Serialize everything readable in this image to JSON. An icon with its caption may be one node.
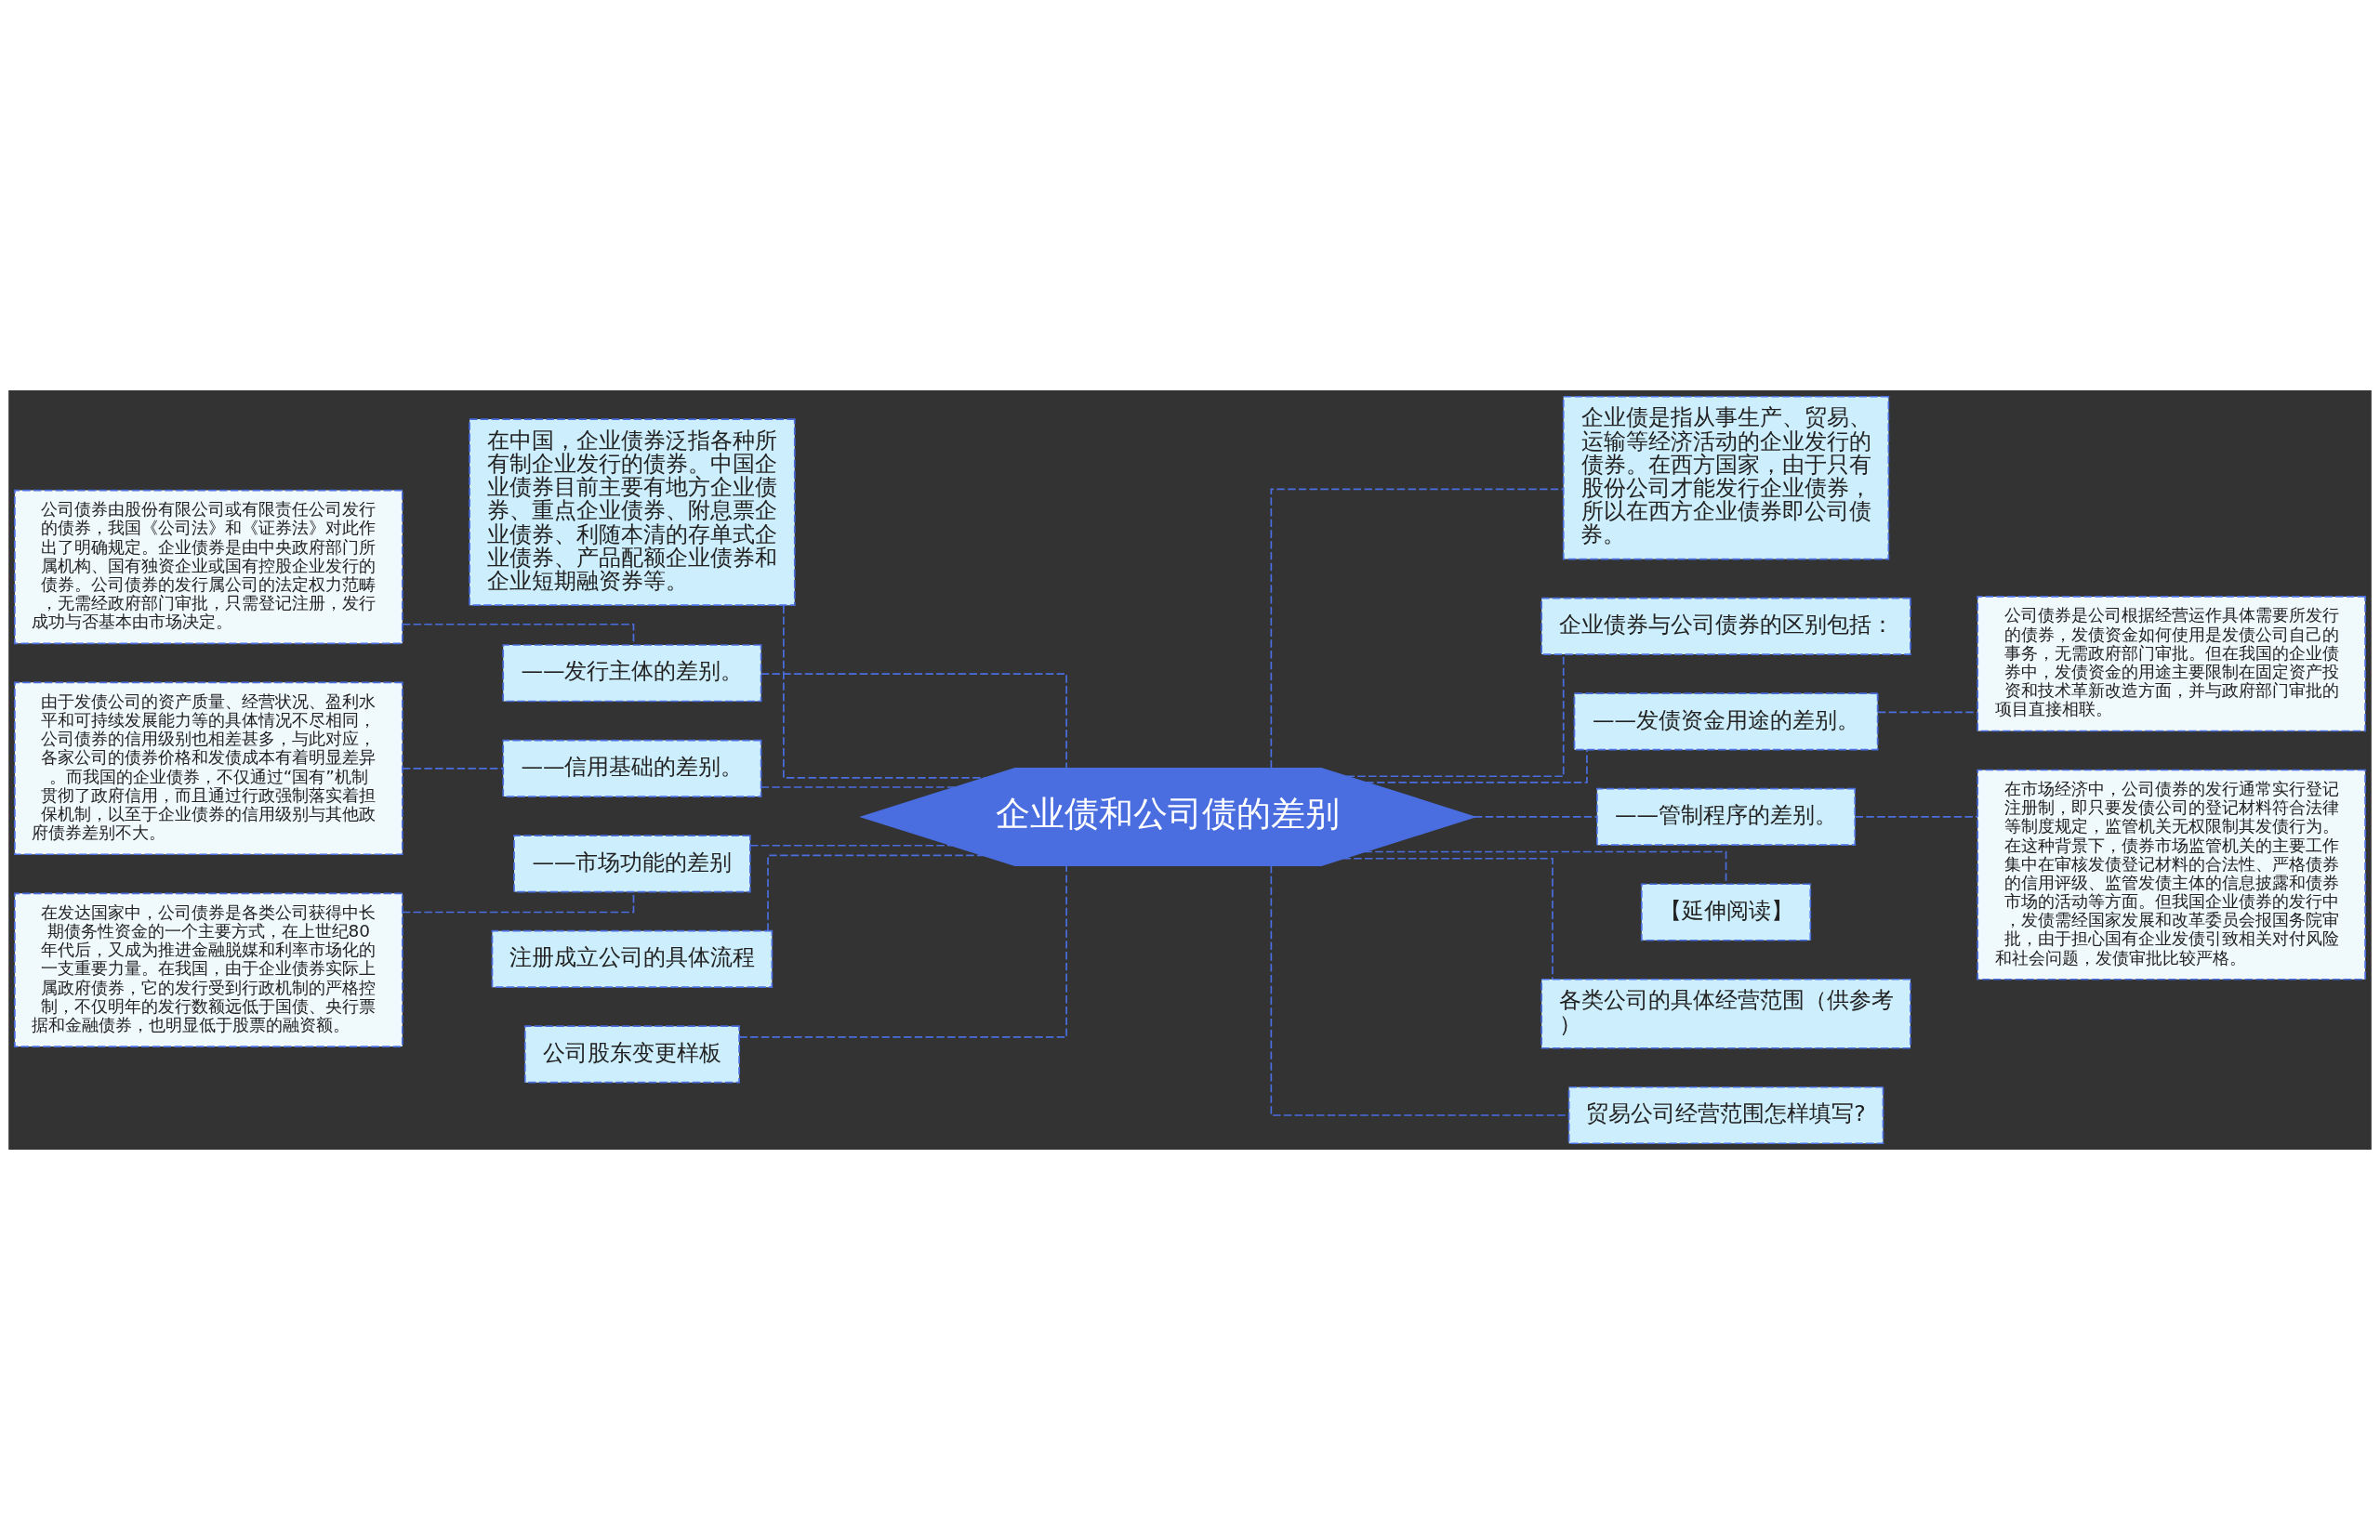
{
  "diagram": {
    "nodes": [
      {
        "text": [
          "企业债和公司债的差别"
        ]
      },
      {
        "text": [
          "在中国，企业债券泛指各种所有制企业发行的债券。中国企业债券目前主要有地方企业债券、重点企业债券、附息票企业债券、利随本清的存单式企业债券、产品配额企业债券和企业短期融资券等。"
        ]
      },
      {
        "text": [
          "——发行主体的差别。"
        ]
      },
      {
        "text": [
          "公司债券由股份有限公司或有限责任公司发行的债券，我国《公司法》和《证券法》对此作出了明确规定。企业债券是由中央政府部门所属机构、国有独资企业或国有控股企业发行的债券。公司债券的发行属公司的法定权力范畴，无需经政府部门审批，只需登记注册，发行成功与否基本由市场决定。"
        ]
      },
      {
        "text": [
          "——信用基础的差别。"
        ]
      },
      {
        "text": [
          "由于发债公司的资产质量、经营状况、盈利水平和可持续发展能力等的具体情况不尽相同，公司债券的信用级别也相差甚多，与此对应，各家公司的债券价格和发债成本有着明显差异。而我国的企业债券，不仅通过“国有”机制贯彻了政府信用，而且通过行政强制落实着担保机制，以至于企业债券的信用级别与其他政府债券差别不大。"
        ]
      },
      {
        "text": [
          "——市场功能的差别"
        ]
      },
      {
        "text": [
          "在发达国家中，公司债券是各类公司获得中长期债务性资金的一个主要方式，在上世纪80年代后，又成为推进金融脱媒和利率市场化的一支重要力量。在我国，由于企业债券实际上属政府债券，它的发行受到行政机制的严格控制，不仅明年的发行数额远低于国债、央行票据和金融债券，也明显低于股票的融资额。"
        ]
      },
      {
        "text": [
          "注册成立公司的具体流程"
        ]
      },
      {
        "text": [
          "公司股东变更样板"
        ]
      },
      {
        "text": [
          "企业债是指从事生产、贸易、运输等经济活动的企业发行的债券。在西方国家，由于只有股份公司才能发行企业债券，所以在西方企业债券即公司债券。"
        ]
      },
      {
        "text": [
          "企业债券与公司债券的区别包括："
        ]
      },
      {
        "text": [
          "——发债资金用途的差别。"
        ]
      },
      {
        "text": [
          "公司债券是公司根据经营运作具体需要所发行的债券，发债资金如何使用是发债公司自己的事务，无需政府部门审批。但在我国的企业债券中，发债资金的用途主要限制在固定资产投资和技术革新改造方面，并与政府部门审批的项目直接相联。"
        ]
      },
      {
        "text": [
          "——管制程序的差别。"
        ]
      },
      {
        "text": [
          "在市场经济中，公司债券的发行通常实行登记注册制，即只要发债公司的登记材料符合法律等制度规定，监管机关无权限制其发债行为。在这种背景下，债券市场监管机关的主要工作集中在审核发债登记材料的合法性、严格债券的信用评级、监管发债主体的信息披露和债券市场的活动等方面。但我国企业债券的发行中，发债需经国家发展和改革委员会报国务院审批，由于担心国有企业发债引致相关对付风险和社会问题，发债审批比较严格。"
        ]
      },
      {
        "text": [
          "【延伸阅读】"
        ]
      },
      {
        "text": [
          "各类公司的具体经营范围（供参考）"
        ]
      },
      {
        "text": [
          "贸易公司经营范围怎样填写?"
        ]
      }
    ],
    "edges": [
      {
        "from": 0,
        "to": 1,
        "arrow": "none",
        "style": "dashed"
      },
      {
        "from": 0,
        "to": 2,
        "arrow": "none",
        "style": "dashed"
      },
      {
        "from": 2,
        "to": 3,
        "arrow": "none",
        "style": "dashed"
      },
      {
        "from": 0,
        "to": 4,
        "arrow": "none",
        "style": "dashed"
      },
      {
        "from": 4,
        "to": 5,
        "arrow": "none",
        "style": "dashed"
      },
      {
        "from": 0,
        "to": 6,
        "arrow": "none",
        "style": "dashed"
      },
      {
        "from": 6,
        "to": 7,
        "arrow": "none",
        "style": "dashed"
      },
      {
        "from": 0,
        "to": 8,
        "arrow": "none",
        "style": "dashed"
      },
      {
        "from": 0,
        "to": 9,
        "arrow": "none",
        "style": "dashed"
      },
      {
        "from": 0,
        "to": 10,
        "arrow": "none",
        "style": "dashed"
      },
      {
        "from": 0,
        "to": 11,
        "arrow": "none",
        "style": "dashed"
      },
      {
        "from": 0,
        "to": 12,
        "arrow": "none",
        "style": "dashed"
      },
      {
        "from": 12,
        "to": 13,
        "arrow": "none",
        "style": "dashed"
      },
      {
        "from": 0,
        "to": 14,
        "arrow": "none",
        "style": "dashed"
      },
      {
        "from": 14,
        "to": 15,
        "arrow": "none",
        "style": "dashed"
      },
      {
        "from": 0,
        "to": 16,
        "arrow": "none",
        "style": "dashed"
      },
      {
        "from": 0,
        "to": 17,
        "arrow": "none",
        "style": "dashed"
      },
      {
        "from": 0,
        "to": 18,
        "arrow": "none",
        "style": "dashed"
      }
    ]
  }
}
